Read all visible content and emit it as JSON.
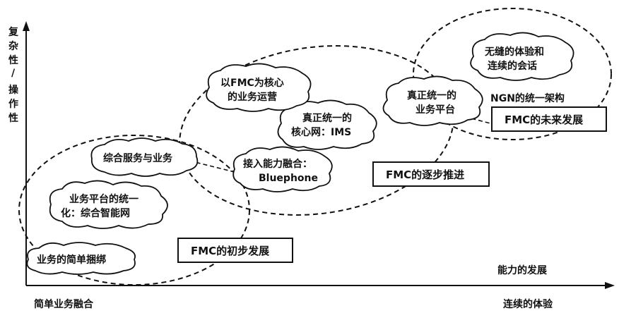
{
  "y_axis_label": [
    "复",
    "杂",
    "性",
    "/",
    "操",
    "作",
    "性"
  ],
  "x_axis_label": "能力的发展",
  "x_axis_start": "简单业务融合",
  "x_axis_end": "连续的体验",
  "stage_labels": {
    "initial": "FMC的初步发展",
    "gradual": "FMC的逐步推进",
    "future": "FMC的未来发展"
  },
  "clouds": {
    "bundle": [
      "业务的简单捆绑"
    ],
    "unify": [
      "业务平台的统一",
      "化：综合智能网"
    ],
    "integrated": [
      "综合服务与业务"
    ],
    "access": [
      "接入能力融合：",
      "Bluephone"
    ],
    "ims": [
      "真正统一的",
      "核心网：IMS"
    ],
    "operation": [
      "以FMC为核心",
      "的业务运营"
    ],
    "platform": [
      "真正统一的",
      "业务平台"
    ],
    "seamless": [
      "无缝的体验和",
      "连续的会话"
    ]
  },
  "ngn_label": "NGN的统一架构"
}
